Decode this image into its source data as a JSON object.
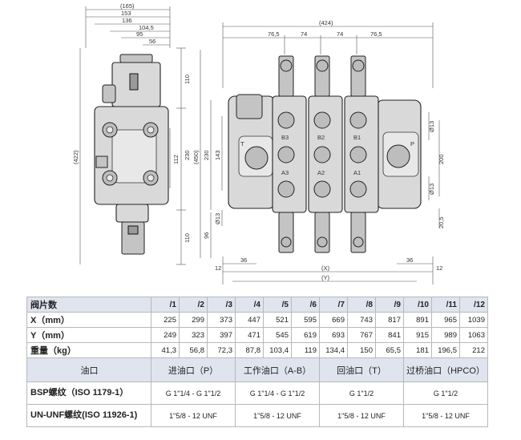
{
  "drawing": {
    "side_dims": {
      "d165": "(165)",
      "d153": "153",
      "d136": "136",
      "d104": "104,5",
      "d95": "95",
      "d56": "56",
      "d422": "(422)",
      "d110a": "110",
      "d230": "230",
      "d112": "112",
      "d110b": "110"
    },
    "front_dims": {
      "d424": "(424)",
      "d76a": "76,5",
      "d74a": "74",
      "d74b": "74",
      "d76b": "76,5",
      "d450": "(450)",
      "d230": "230",
      "d143": "143",
      "d96": "96",
      "d13a": "Ø13",
      "d13b": "Ø13",
      "d13c": "Ø13",
      "d200": "200",
      "d20_5": "20,5",
      "d36a": "36",
      "d36b": "36",
      "d12a": "12",
      "d12b": "12",
      "dX": "(X)",
      "dY": "(Y)"
    },
    "port_labels": {
      "t": "T",
      "p": "P",
      "b3": "B3",
      "b2": "B2",
      "b1": "B1",
      "a3": "A3",
      "a2": "A2",
      "a1": "A1"
    }
  },
  "table": {
    "header_label": "阀片数",
    "columns": [
      "/1",
      "/2",
      "/3",
      "/4",
      "/5",
      "/6",
      "/7",
      "/8",
      "/9",
      "/10",
      "/11",
      "/12"
    ],
    "rows": [
      {
        "label": "X（mm）",
        "values": [
          "225",
          "299",
          "373",
          "447",
          "521",
          "595",
          "669",
          "743",
          "817",
          "891",
          "965",
          "1039"
        ]
      },
      {
        "label": "Y（mm）",
        "values": [
          "249",
          "323",
          "397",
          "471",
          "545",
          "619",
          "693",
          "767",
          "841",
          "915",
          "989",
          "1063"
        ]
      },
      {
        "label": "重量（kg）",
        "values": [
          "41,3",
          "56,8",
          "72,3",
          "87,8",
          "103,4",
          "119",
          "134,4",
          "150",
          "65,5",
          "181",
          "196,5",
          "212"
        ]
      }
    ],
    "port_header": {
      "label": "油口",
      "inlet": "进油口（P）",
      "work": "工作油口（A-B）",
      "return": "回油口（T）",
      "bridge": "过桥油口（HPCO）"
    },
    "bsp": {
      "label": "BSP螺纹（ISO 1179-1）",
      "inlet": "G 1\"1/4 - G 1\"1/2",
      "work": "G 1\"1/4 - G 1\"1/2",
      "return": "G 1\"1/2",
      "bridge": "G 1\"1/2"
    },
    "unf": {
      "label": "UN-UNF螺纹(ISO 11926-1)",
      "inlet": "1\"5/8 - 12 UNF",
      "work": "1\"5/8 - 12 UNF",
      "return": "1\"5/8 - 12 UNF",
      "bridge": "1\"5/8 - 12 UNF"
    }
  }
}
